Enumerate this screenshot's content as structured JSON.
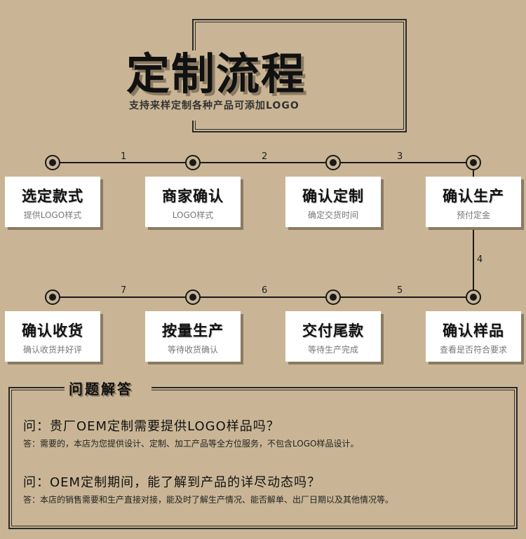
{
  "header": {
    "title": "定制流程",
    "subtitle": "支持来样定制各种产品可添加LOGO"
  },
  "flow": {
    "steps": [
      {
        "title": "选定款式",
        "subtitle": "提供LOGO样式"
      },
      {
        "title": "商家确认",
        "subtitle": "LOGO样式"
      },
      {
        "title": "确认定制",
        "subtitle": "确定交货时间"
      },
      {
        "title": "确认生产",
        "subtitle": "预付定金"
      },
      {
        "title": "确认样品",
        "subtitle": "查看是否符合要求"
      },
      {
        "title": "交付尾款",
        "subtitle": "等待生产完成"
      },
      {
        "title": "按量生产",
        "subtitle": "等待收货确认"
      },
      {
        "title": "确认收货",
        "subtitle": "确认收货并好评"
      }
    ],
    "connectors": [
      "1",
      "2",
      "3",
      "4",
      "5",
      "6",
      "7"
    ]
  },
  "qa": {
    "title": "问题解答",
    "items": [
      {
        "question": "问：贵厂OEM定制需要提供LOGO样品吗？",
        "answer": "答：需要的，本店为您提供设计、定制、加工产品等全方位服务，不包含LOGO样品设计。"
      },
      {
        "question": "问：OEM定制期间，能了解到产品的详尽动态吗？",
        "answer": "答：本店的销售需要和生产直接对接，能及时了解生产情况、能否解单、出厂日期以及其他情况等。"
      }
    ]
  },
  "colors": {
    "background": "#c9b595",
    "card": "#ffffff",
    "text": "#111111",
    "shadow": "#8a7a62"
  }
}
